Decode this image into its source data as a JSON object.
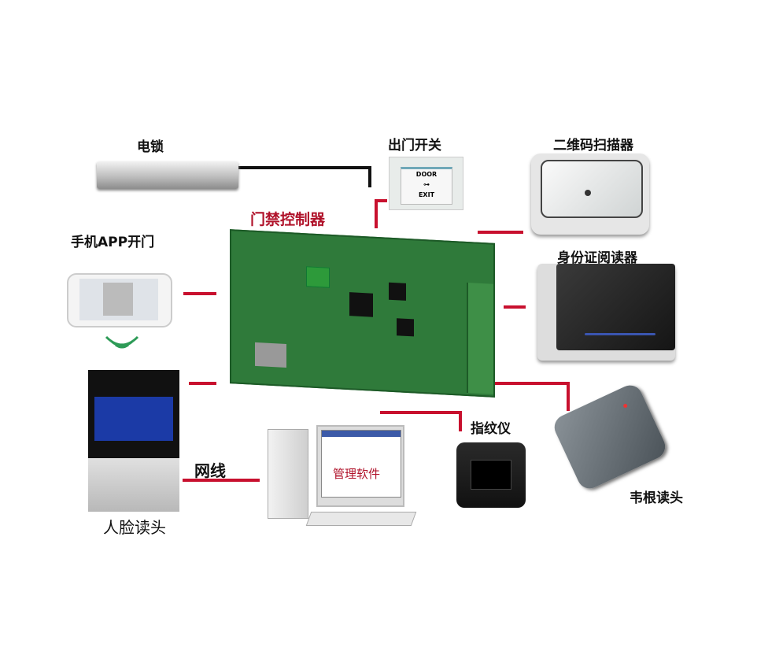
{
  "labels": {
    "electric_lock": "电锁",
    "exit_switch": "出门开关",
    "qr_scanner": "二维码扫描器",
    "controller": "门禁控制器",
    "mobile_app": "手机APP开门",
    "id_reader": "身份证阅读器",
    "face_reader": "人脸读头",
    "network_cable": "网线",
    "fingerprint": "指纹仪",
    "software": "管理软件",
    "wiegand_reader": "韦根读头"
  },
  "exit_switch_text": {
    "top": "DOOR",
    "bottom": "EXIT"
  },
  "colors": {
    "line_red": "#c8102e",
    "line_black": "#111111",
    "board_green": "#2f7a3a",
    "label_red": "#b0122a"
  }
}
